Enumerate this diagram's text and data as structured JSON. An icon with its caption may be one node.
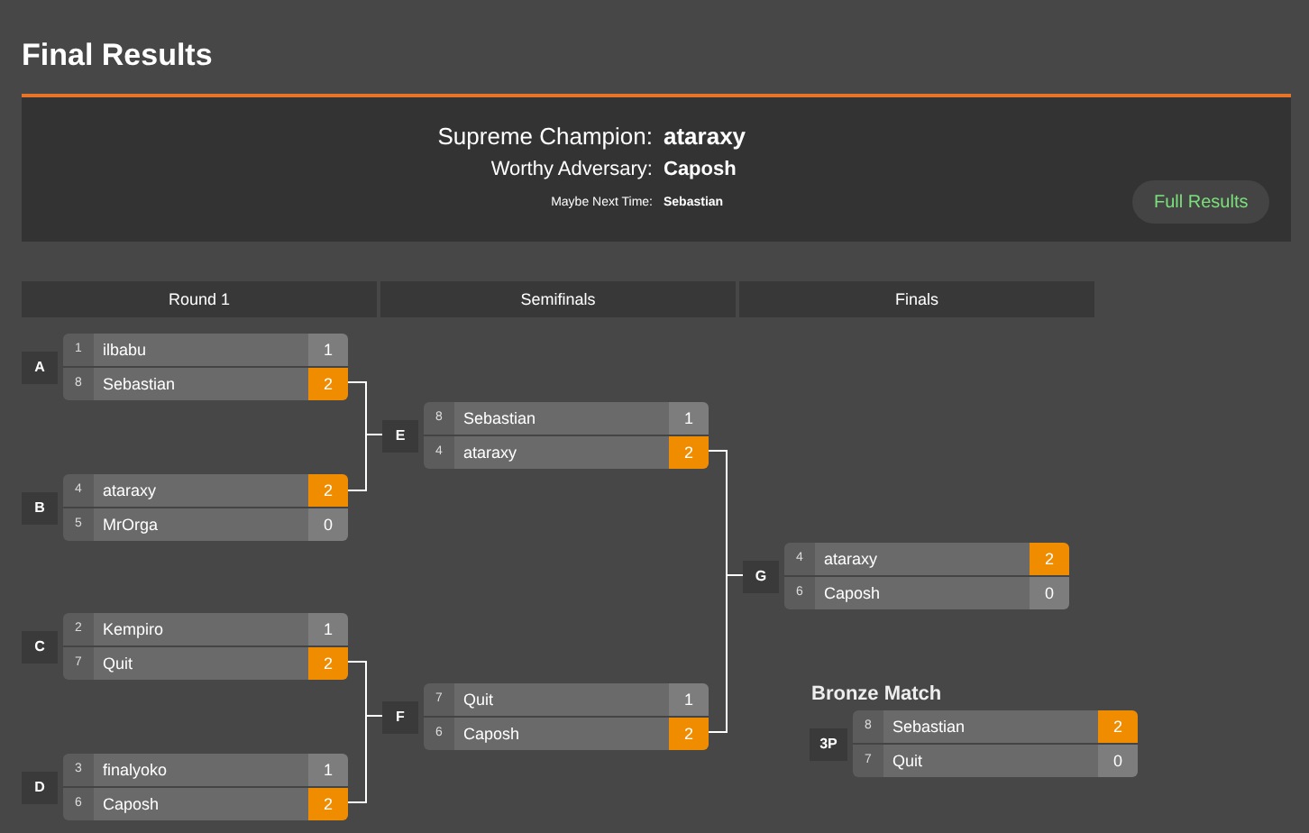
{
  "diagram": {
    "title": "Final Results",
    "nodes": [
      {
        "text": [
          "1",
          "ilbabu",
          "1",
          "8",
          "Sebastian",
          "2"
        ],
        "beside": [
          "A"
        ]
      },
      {
        "text": [
          "4",
          "ataraxy",
          "2",
          "5",
          "MrOrga",
          "0"
        ],
        "beside": [
          "B"
        ]
      },
      {
        "text": [
          "2",
          "Kempiro",
          "1",
          "7",
          "Quit",
          "2"
        ],
        "beside": [
          "C"
        ]
      },
      {
        "text": [
          "3",
          "finalyoko",
          "1",
          "6",
          "Caposh",
          "2"
        ],
        "beside": [
          "D"
        ]
      },
      {
        "text": [
          "8",
          "Sebastian",
          "1",
          "4",
          "ataraxy",
          "2"
        ],
        "beside": [
          "E"
        ]
      },
      {
        "text": [
          "7",
          "Quit",
          "1",
          "6",
          "Caposh",
          "2"
        ],
        "beside": [
          "F"
        ]
      },
      {
        "text": [
          "4",
          "ataraxy",
          "2",
          "6",
          "Caposh",
          "0"
        ],
        "beside": [
          "G"
        ]
      },
      {
        "text": [
          "8",
          "Sebastian",
          "2",
          "7",
          "Quit",
          "0"
        ],
        "beside": [
          "3P"
        ]
      }
    ],
    "edges": [
      {
        "from": 0,
        "to": 4,
        "arrow": "none"
      },
      {
        "from": 1,
        "to": 4,
        "arrow": "none"
      },
      {
        "from": 2,
        "to": 5,
        "arrow": "none"
      },
      {
        "from": 3,
        "to": 5,
        "arrow": "none"
      },
      {
        "from": 4,
        "to": 6,
        "arrow": "none"
      },
      {
        "from": 5,
        "to": 6,
        "arrow": "none"
      }
    ],
    "labels": [
      "Supreme Champion:",
      "ataraxy",
      "Worthy Adversary:",
      "Caposh",
      "Maybe Next Time:",
      "Sebastian",
      "Full Results",
      "Round 1",
      "Semifinals",
      "Finals",
      "Bronze Match"
    ]
  }
}
